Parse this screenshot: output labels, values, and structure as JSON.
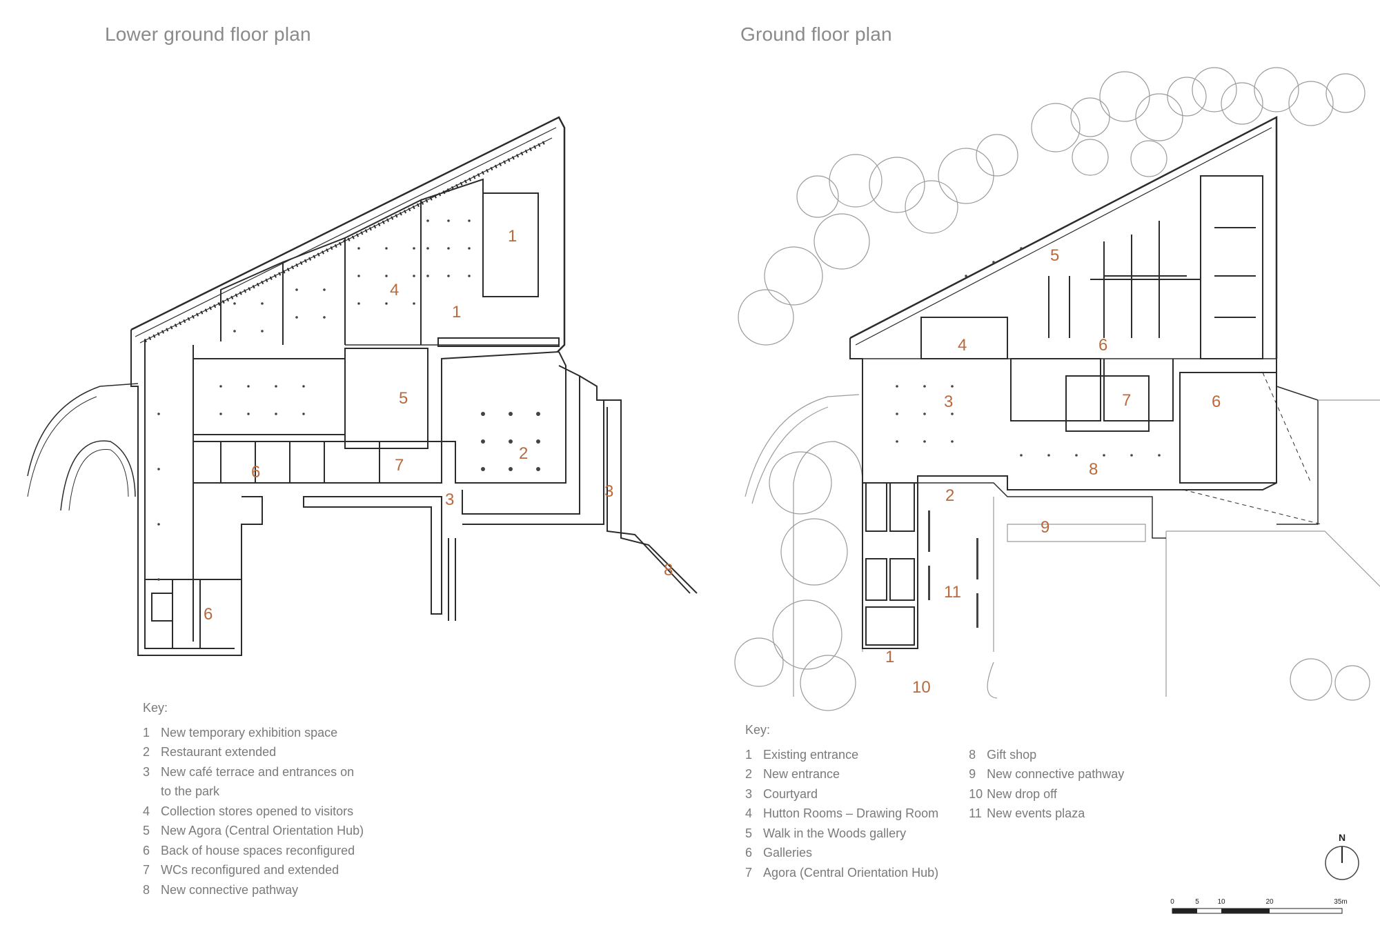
{
  "lower": {
    "title": "Lower ground floor plan",
    "key_title": "Key:",
    "key": [
      {
        "n": "1",
        "t": "New temporary exhibition space"
      },
      {
        "n": "2",
        "t": "Restaurant extended"
      },
      {
        "n": "3",
        "t": "New café terrace and entrances on"
      },
      {
        "n": "",
        "t": "to the park"
      },
      {
        "n": "4",
        "t": "Collection stores opened to visitors"
      },
      {
        "n": "5",
        "t": "New Agora (Central Orientation Hub)"
      },
      {
        "n": "6",
        "t": "Back of house spaces reconfigured"
      },
      {
        "n": "7",
        "t": "WCs reconfigured and extended"
      },
      {
        "n": "8",
        "t": "New connective pathway"
      }
    ],
    "labels": [
      "1",
      "1",
      "4",
      "5",
      "2",
      "6",
      "7",
      "3",
      "3",
      "8",
      "6"
    ]
  },
  "ground": {
    "title": "Ground floor plan",
    "key_title": "Key:",
    "key_col1": [
      {
        "n": "1",
        "t": "Existing entrance"
      },
      {
        "n": "2",
        "t": "New entrance"
      },
      {
        "n": "3",
        "t": "Courtyard"
      },
      {
        "n": "4",
        "t": "Hutton Rooms – Drawing Room"
      },
      {
        "n": "5",
        "t": "Walk in the Woods gallery"
      },
      {
        "n": "6",
        "t": "Galleries"
      },
      {
        "n": "7",
        "t": "Agora (Central Orientation Hub)"
      }
    ],
    "key_col2": [
      {
        "n": "8",
        "t": "Gift shop"
      },
      {
        "n": "9",
        "t": "New connective pathway"
      },
      {
        "n": "10",
        "t": "New drop off"
      },
      {
        "n": "11",
        "t": "New events plaza"
      }
    ],
    "labels": [
      "5",
      "4",
      "6",
      "3",
      "7",
      "6",
      "8",
      "2",
      "9",
      "11",
      "1",
      "10"
    ]
  },
  "compass": {
    "label": "N"
  },
  "scale": {
    "ticks": [
      "0",
      "5",
      "10",
      "20",
      "35m"
    ]
  },
  "colors": {
    "label": "#b86a3e",
    "line": "#2b2b2b",
    "tree": "#9a9a9a",
    "text": "#7a7a7a"
  }
}
